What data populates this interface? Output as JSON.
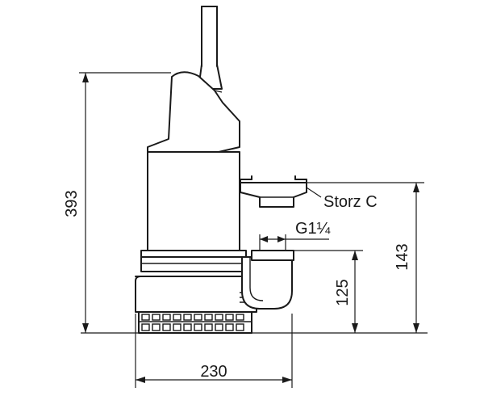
{
  "labels": {
    "height_total": "393",
    "height_outlet": "143",
    "height_thread": "125",
    "width_base": "230",
    "connector_storz": "Storz C",
    "connector_thread": "G1¼"
  }
}
